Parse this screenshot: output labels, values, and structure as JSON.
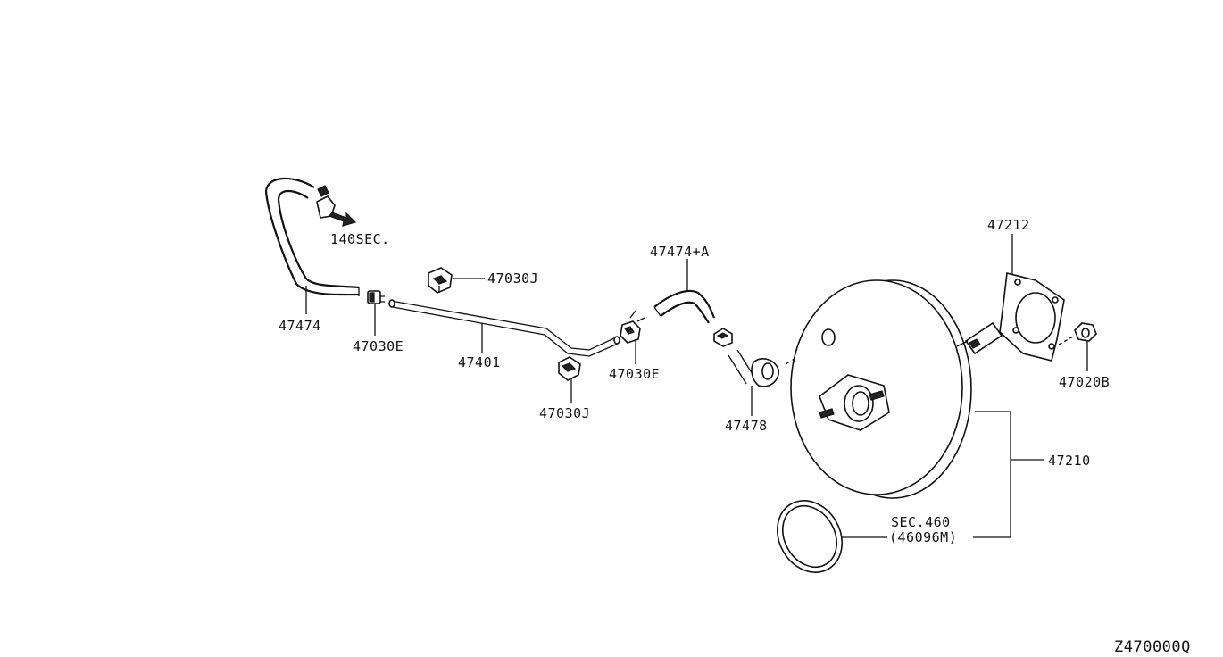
{
  "diagram": {
    "labels": {
      "sec140": "140SEC.",
      "p47474": "47474",
      "p47030E_left": "47030E",
      "p47030J_top": "47030J",
      "p47401": "47401",
      "p47030J_bottom": "47030J",
      "p47030E_mid": "47030E",
      "p47474A": "47474+A",
      "p47478": "47478",
      "p47212": "47212",
      "p47020B": "47020B",
      "p47210": "47210",
      "sec460": "SEC.460",
      "p46096M": "(46096M)",
      "diagram_code": "Z470000Q"
    }
  }
}
